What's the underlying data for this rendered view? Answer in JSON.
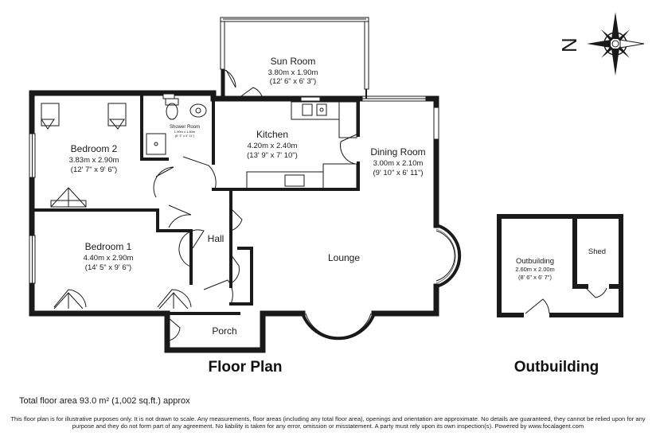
{
  "rooms": {
    "sun_room": {
      "name": "Sun Room",
      "metric": "3.80m x 1.90m",
      "imperial": "(12' 6\" x 6' 3\")"
    },
    "kitchen": {
      "name": "Kitchen",
      "metric": "4.20m x 2.40m",
      "imperial": "(13' 9\" x 7' 10\")"
    },
    "dining": {
      "name": "Dining Room",
      "metric": "3.00m x 2.10m",
      "imperial": "(9' 10\" x 6' 11\")"
    },
    "bedroom2": {
      "name": "Bedroom 2",
      "metric": "3.83m x 2.90m",
      "imperial": "(12' 7\" x 9' 6\")"
    },
    "shower": {
      "name": "Shower Room",
      "metric": "1.90m x 1.80m",
      "imperial": "(6' 3\" x 5' 11\")"
    },
    "bedroom1": {
      "name": "Bedroom 1",
      "metric": "4.40m x 2.90m",
      "imperial": "(14' 5\" x 9' 6\")"
    },
    "hall": {
      "name": "Hall"
    },
    "lounge": {
      "name": "Lounge"
    },
    "porch": {
      "name": "Porch"
    },
    "outbuilding": {
      "name": "Outbuilding",
      "metric": "2.60m x 2.00m",
      "imperial": "(8' 6\" x 6' 7\")"
    },
    "shed": {
      "name": "Shed"
    }
  },
  "headings": {
    "floor_plan": "Floor Plan",
    "outbuilding": "Outbuilding"
  },
  "compass": {
    "label": "N"
  },
  "footer": {
    "total_area": "Total floor area 93.0 m² (1,002 sq.ft.) approx",
    "disclaimer": "This floor plan is for illustrative purposes only. It is not drawn to scale. Any measurements, floor areas (including any total floor area), openings and orientation are approximate. No details are guaranteed, they cannot be relied upon for any purpose and they do not form part of any agreement. No liability is taken for any error, omission or misstatement. A party must rely upon its own inspection(s).  Powered by www.focalagent.com"
  },
  "colors": {
    "wall": "#1a1a1a",
    "glazing": "#bdbdbd"
  }
}
